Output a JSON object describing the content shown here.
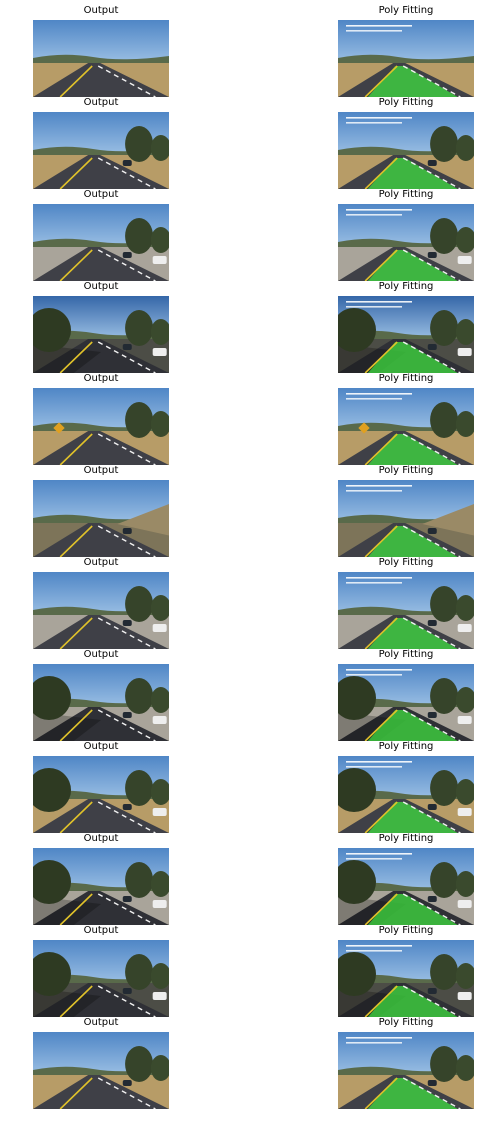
{
  "titles": {
    "left": "Output",
    "right": "Poly Fitting"
  },
  "palette": {
    "sky": "#4f86c6",
    "sky_light": "#9cc0e4",
    "hills": "#596a4a",
    "dry_grass": "#b79c67",
    "road": "#3f4047",
    "concrete": "#a9a49a",
    "lane_yellow": "#e0c22a",
    "lane_white": "#f2f2f2",
    "lane_fill": "#3fdc3f",
    "overlay_text": "#ffffff"
  },
  "rows": [
    {
      "scene": "bright",
      "shoulder": "dry",
      "left_tree": false,
      "right_tree": false,
      "cars": 0,
      "sign": false
    },
    {
      "scene": "bright",
      "shoulder": "dry",
      "left_tree": false,
      "right_tree": true,
      "cars": 1,
      "sign": false
    },
    {
      "scene": "bright",
      "shoulder": "concrete",
      "left_tree": false,
      "right_tree": true,
      "cars": 2,
      "sign": false
    },
    {
      "scene": "dim",
      "shoulder": "dark",
      "left_tree": true,
      "right_tree": true,
      "cars": 2,
      "sign": false
    },
    {
      "scene": "bright",
      "shoulder": "dry",
      "left_tree": false,
      "right_tree": true,
      "cars": 0,
      "sign": true
    },
    {
      "scene": "bright",
      "shoulder": "hill",
      "left_tree": false,
      "right_tree": false,
      "cars": 1,
      "sign": false
    },
    {
      "scene": "bright",
      "shoulder": "concrete",
      "left_tree": false,
      "right_tree": true,
      "cars": 2,
      "sign": false
    },
    {
      "scene": "shadow",
      "shoulder": "concrete",
      "left_tree": true,
      "right_tree": true,
      "cars": 2,
      "sign": false
    },
    {
      "scene": "bright",
      "shoulder": "dry",
      "left_tree": true,
      "right_tree": true,
      "cars": 2,
      "sign": false
    },
    {
      "scene": "shadow",
      "shoulder": "concrete",
      "left_tree": true,
      "right_tree": true,
      "cars": 2,
      "sign": false
    },
    {
      "scene": "shadow",
      "shoulder": "dark",
      "left_tree": true,
      "right_tree": true,
      "cars": 2,
      "sign": false
    },
    {
      "scene": "bright",
      "shoulder": "dry",
      "left_tree": false,
      "right_tree": true,
      "cars": 1,
      "sign": false
    }
  ]
}
